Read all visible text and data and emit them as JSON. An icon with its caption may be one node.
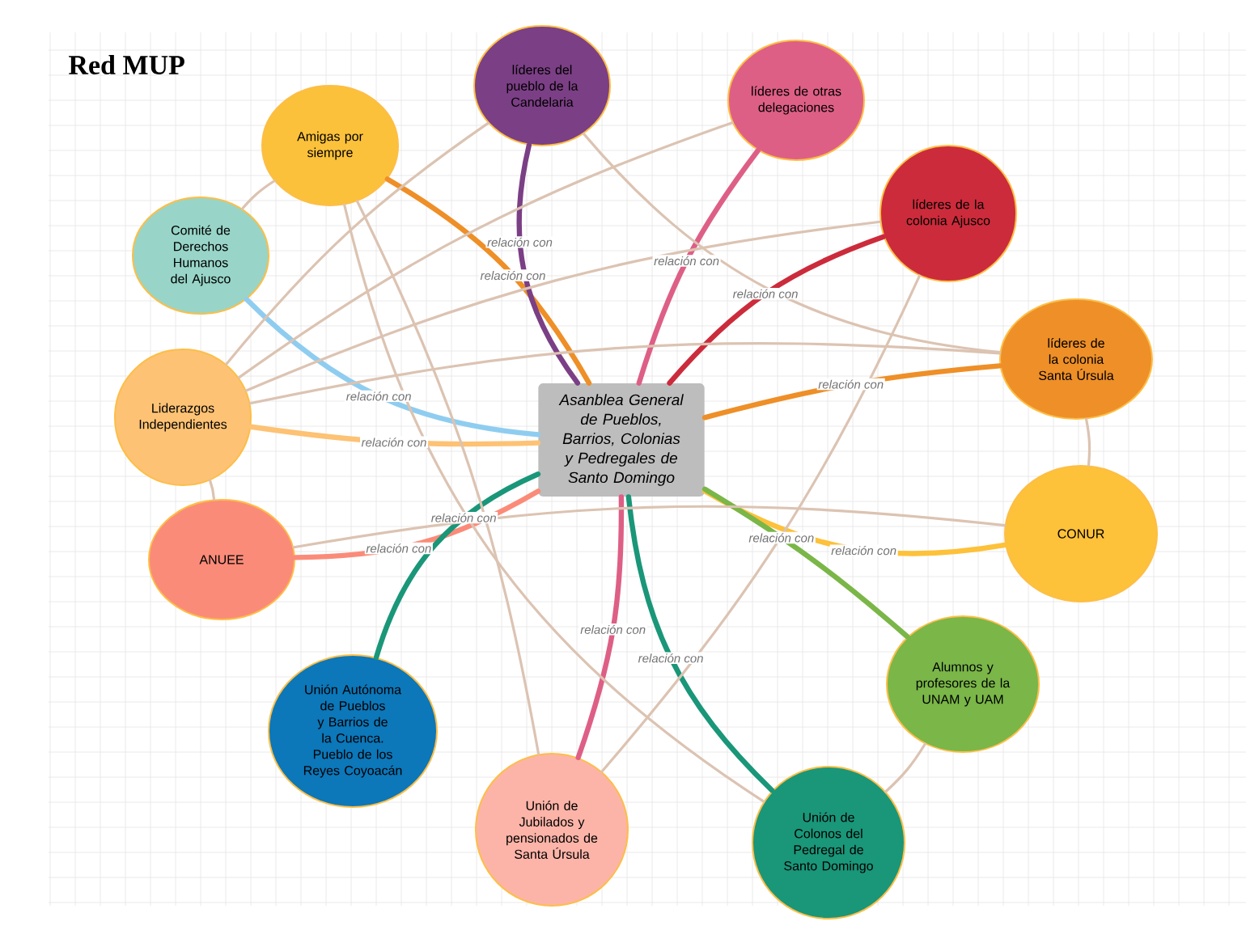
{
  "diagram": {
    "title": "Red MUP",
    "nodes": [
      {
        "text": [
          "Asanblea General de Pueblos, Barrios, Colonias y Pedregales de Santo Domingo"
        ]
      },
      {
        "text": [
          "Amigas por siempre"
        ]
      },
      {
        "text": [
          "líderes del pueblo de la Candelaria"
        ]
      },
      {
        "text": [
          "líderes de otras delegaciones"
        ]
      },
      {
        "text": [
          "Comité de Derechos Humanos del Ajusco"
        ]
      },
      {
        "text": [
          "líderes de la colonia Ajusco"
        ]
      },
      {
        "text": [
          "Liderazgos Independientes"
        ]
      },
      {
        "text": [
          "líderes de la colonia Santa Úrsula"
        ]
      },
      {
        "text": [
          "CONUR"
        ]
      },
      {
        "text": [
          "ANUEE"
        ]
      },
      {
        "text": [
          "Alumnos y profesores de la UNAM y UAM"
        ]
      },
      {
        "text": [
          "Unión Autónoma de Pueblos y Barrios de la Cuenca. Pueblo de los Reyes Coyoacán"
        ]
      },
      {
        "text": [
          "Unión de Jubilados y pensionados de Santa Úrsula"
        ]
      },
      {
        "text": [
          "Unión de Colonos del Pedregal de Santo Domingo"
        ]
      }
    ],
    "edges": [
      {
        "from": 0,
        "to": 1,
        "arrow": "none",
        "label": "relación con",
        "style": "thick",
        "color": "#ee8f27"
      },
      {
        "from": 0,
        "to": 2,
        "arrow": "none",
        "label": "relación con",
        "style": "thick",
        "color": "#7b3f85"
      },
      {
        "from": 0,
        "to": 3,
        "arrow": "none",
        "label": "relación con",
        "style": "thick",
        "color": "#de5f86"
      },
      {
        "from": 0,
        "to": 4,
        "arrow": "none",
        "label": "relación con",
        "style": "thick",
        "color": "#8fcdf0"
      },
      {
        "from": 0,
        "to": 5,
        "arrow": "none",
        "label": "relación con",
        "style": "thick",
        "color": "#cc2b3b"
      },
      {
        "from": 0,
        "to": 6,
        "arrow": "none",
        "label": "relación con",
        "style": "thick",
        "color": "#fdc274"
      },
      {
        "from": 0,
        "to": 7,
        "arrow": "none",
        "label": "relación con",
        "style": "thick",
        "color": "#ee8f27"
      },
      {
        "from": 0,
        "to": 8,
        "arrow": "none",
        "label": "relación con",
        "style": "thick",
        "color": "#fdc13a"
      },
      {
        "from": 0,
        "to": 9,
        "arrow": "none",
        "label": "relación con",
        "style": "thick",
        "color": "#fb8b79"
      },
      {
        "from": 0,
        "to": 10,
        "arrow": "none",
        "label": "relación con",
        "style": "thick",
        "color": "#7ab648"
      },
      {
        "from": 0,
        "to": 11,
        "arrow": "none",
        "label": "relación con",
        "style": "thick",
        "color": "#1a9679"
      },
      {
        "from": 0,
        "to": 12,
        "arrow": "none",
        "label": "relación con",
        "style": "thick",
        "color": "#de5f86"
      },
      {
        "from": 0,
        "to": 13,
        "arrow": "none",
        "label": "relación con",
        "style": "thick",
        "color": "#1a9679"
      },
      {
        "from": 4,
        "to": 1,
        "arrow": "none",
        "color": "#dcc3b2"
      },
      {
        "from": 6,
        "to": 9,
        "arrow": "none",
        "color": "#dcc3b2"
      },
      {
        "from": 6,
        "to": 2,
        "arrow": "none",
        "color": "#dcc3b2"
      },
      {
        "from": 6,
        "to": 3,
        "arrow": "none",
        "color": "#dcc3b2"
      },
      {
        "from": 6,
        "to": 5,
        "arrow": "none",
        "color": "#dcc3b2"
      },
      {
        "from": 6,
        "to": 7,
        "arrow": "none",
        "color": "#dcc3b2"
      },
      {
        "from": 9,
        "to": 8,
        "arrow": "none",
        "color": "#dcc3b2"
      },
      {
        "from": 1,
        "to": 13,
        "arrow": "none",
        "color": "#dcc3b2"
      },
      {
        "from": 1,
        "to": 12,
        "arrow": "none",
        "color": "#dcc3b2"
      },
      {
        "from": 2,
        "to": 7,
        "arrow": "none",
        "color": "#dcc3b2"
      },
      {
        "from": 5,
        "to": 12,
        "arrow": "none",
        "color": "#dcc3b2"
      },
      {
        "from": 7,
        "to": 8,
        "arrow": "none",
        "color": "#dcc3b2"
      },
      {
        "from": 10,
        "to": 13,
        "arrow": "none",
        "color": "#dcc3b2"
      }
    ]
  }
}
